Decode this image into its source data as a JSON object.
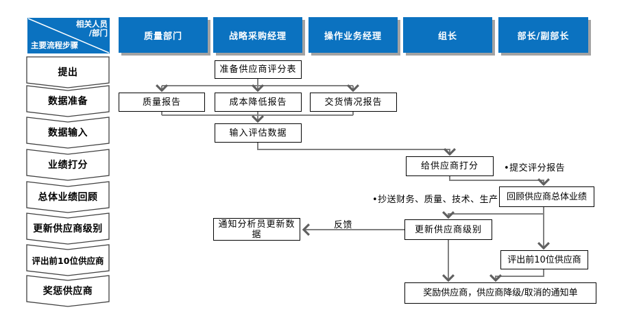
{
  "colors": {
    "header_blue": "#0b72c0",
    "shadow_gray": "#a3a3a3",
    "line_gray": "#7f7f7f",
    "box_border": "#000000"
  },
  "matrix_cell": {
    "top_line1": "相关人员",
    "top_line2": "/部门",
    "bottom_line": "主要流程步骤"
  },
  "roles": [
    "质量部门",
    "战略采购经理",
    "操作业务经理",
    "组长",
    "部长/副部长"
  ],
  "steps": [
    "提出",
    "数据准备",
    "数据输入",
    "业绩打分",
    "总体业绩回顾",
    "更新供应商级别",
    "评出前10位供应商",
    "奖惩供应商"
  ],
  "boxes": {
    "prepare_scorecard": "准备供应商评分表",
    "quality_report": "质量报告",
    "cost_reduction_report": "成本降低报告",
    "delivery_report": "交货情况报告",
    "input_eval_data": "输入评估数据",
    "score_suppliers": "给供应商打分",
    "review_overall_performance": "回顾供应商总体业绩",
    "update_supplier_level": "更新供应商级别",
    "notify_analyst_update": "通知分析员更新数据",
    "select_top10": "评出前10位供应商",
    "reward_punish_notice": "奖励供应商，供应商降级/取消的通知单"
  },
  "annotations": {
    "submit_score_report": "•提交评分报告",
    "cc_departments": "•抄送财务、质量、技术、生产",
    "feedback_label": "反馈"
  }
}
